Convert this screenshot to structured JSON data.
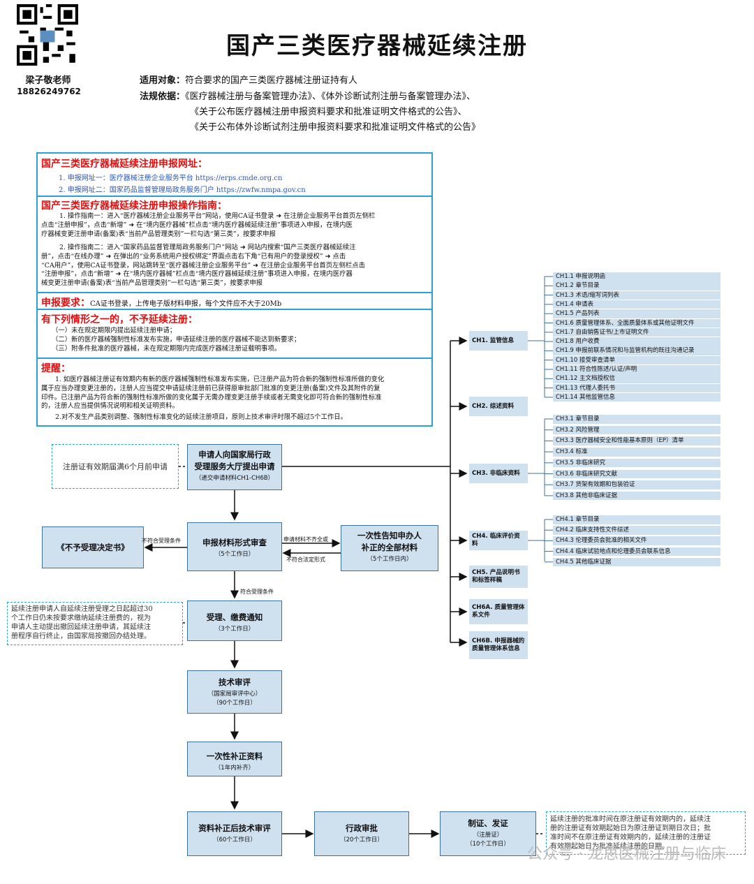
{
  "header": {
    "title": "国产三类医疗器械延续注册",
    "teacher": "梁子敬老师",
    "phone": "18826249762",
    "target_label": "适用对象：",
    "target_text": "符合要求的国产三类医疗器械注册证持有人",
    "basis_label": "法规依据：",
    "basis_lines": [
      "《医疗器械注册与备案管理办法》、《体外诊断试剂注册与备案管理办法》、",
      "《关于公布医疗器械注册申报资料要求和批准证明文件格式的公告》、",
      "《关于公布体外诊断试剂注册申报资料要求和批准证明文件格式的公告》"
    ]
  },
  "info": {
    "url_heading": "国产三类医疗器械延续注册申报网址：",
    "url1": "1. 申报网址一：医疗器械注册企业服务平台 https://erps.cmde.org.cn",
    "url2": "2. 申报网址二：国家药品监督管理局政务服务门户 https://zwfw.nmpa.gov.cn",
    "guide_heading": "国产三类医疗器械延续注册申报操作指南：",
    "guide1": [
      "1. 操作指南一：进入“医疗器械注册企业服务平台”网站，使用CA证书登录 ➜ 在注册企业服务平台首页左侧栏",
      "点击“注册申报”，点击“新增” ➜ 在“境内医疗器械”栏点击“境内医疗器械延续注册”事项进入申报，在境内医",
      "疗器械变更注册申请(备案)表“当前产品管理类别”一栏勾选“第三类”，按要求申报"
    ],
    "guide2": [
      "2. 操作指南二：进入“国家药品监督管理局政务服务门户”网站 ➜ 网站内搜索“国产三类医疗器械延续注",
      "册”，点击“在线办理” ➜ 在弹出的“业务系统用户授权绑定”界面点击右下角“已有用户的登录授权” ➜ 点击",
      "“CA用户”，使用CA证书登录，网站跳转至“医疗器械注册企业服务平台” ➜ 在注册企业服务平台首页左侧栏点击",
      "“注册申报”，点击“新增” ➜ 在“境内医疗器械”栏点击“境内医疗器械延续注册”事项进入申报，在境内医疗器",
      "械变更注册申请(备案)表“当前产品管理类别”一栏勾选“第三类”，按要求申报"
    ],
    "req_heading": "申报要求：",
    "req_text": "CA证书登录，上传电子版材料申报，每个文件应不大于20Mb",
    "cond_heading": "有下列情形之一的，不予延续注册：",
    "cond_items": [
      "（一）未在规定期限内提出延续注册申请；",
      "（二）新的医疗器械强制性标准发布实施，申请延续注册的医疗器械不能达到新要求；",
      "（三）附条件批准的医疗器械，未在规定期限内完成医疗器械注册证载明事项。"
    ],
    "tip_heading": "提醒：",
    "tip1": [
      "1. 如医疗器械注册证有效期内有新的医疗器械强制性标准发布实施，已注册产品为符合新的强制性标准所做的变化",
      "属于应当办理变更注册的，注册人应当提交申请延续注册前已获得原审批部门批准的变更注册(备案)文件及其附件的复",
      "印件。已注册产品为符合新的强制性标准所做的变化属于无需办理变更注册手续或者无需变化即可符合新的强制性标准",
      "的，注册人应当提供情况说明和相关证明资料。"
    ],
    "tip2": "2.对不发生产品类别调整、强制性标准变化的延续注册项目，原则上技术审评时限不超过5个工作日。"
  },
  "flow": {
    "note_apply": "注册证有效期届满6个月前申请",
    "apply_title_1": "申请人向国家局行政",
    "apply_title_2": "受理服务大厅提出申请",
    "apply_sub": "（递交申请材料CH1-CH6B）",
    "review_title": "申报材料形式审查",
    "review_sub": "（5个工作日）",
    "reject_title": "《不予受理决定书》",
    "reject_label": "不符合受理条件",
    "supp_title_1": "一次性告知申办人",
    "supp_title_2": "补正的全部材料",
    "supp_sub": "（5个工作日内）",
    "supp_label_1": "申请材料不齐全或",
    "supp_label_2": "不符合法定形式",
    "accept_label": "符合受理条件",
    "fee_title": "受理、缴费通知",
    "fee_sub": "（3个工作日）",
    "fee_note": [
      "延续注册申请人自延续注册受理之日起超过30",
      "个工作日仍未按要求缴纳延续注册费的，视为",
      "申请人主动提出撤回延续注册申请，其延续注",
      "册程序自行终止，由国家局按撤回办结处理。"
    ],
    "tech_title": "技术审评",
    "tech_sub1": "（国家局审评中心）",
    "tech_sub2": "（90个工作日）",
    "once_title": "一次性补正资料",
    "once_sub": "（1年内补齐）",
    "retech_title": "资料补正后技术审评",
    "retech_sub": "（60个工作日）",
    "admin_title": "行政审批",
    "admin_sub": "（20个工作日）",
    "issue_title": "制证、发证",
    "issue_sub1": "（注册证）",
    "issue_sub2": "（10个工作日）",
    "issue_note": [
      "延续注册的批准时间在原注册证有效期内的，延续注",
      "册的注册证有效期起始日为原注册证到期日次日；批",
      "准时间不在原注册证有效期内的，延续注册的注册证",
      "有效期起始日为批准延续注册的日期。"
    ]
  },
  "ch": {
    "groups": [
      {
        "label": "CH1. 监管信息"
      },
      {
        "label": "CH2. 综述资料"
      },
      {
        "label": "CH3. 非临床资料"
      },
      {
        "label": "CH4. 临床评价资料"
      },
      {
        "label": "CH5. 产品说明书和标签样稿"
      },
      {
        "label": "CH6A. 质量管理体系文件"
      },
      {
        "label": "CH6B. 申报器械的质量管理体系信息"
      }
    ],
    "ch1_items": [
      "CH1.1 申报说明函",
      "CH1.2 章节目录",
      "CH1.3 术语/缩写词列表",
      "CH1.4 申请表",
      "CH1.5 产品列表",
      "CH1.6 质量管理体系、全面质量体系或其他证明文件",
      "CH1.7 自由销售证书/上市证明文件",
      "CH1.8 用户收费",
      "CH1.9 申报前联系情况和与监管机构的既往沟通记录",
      "CH1.10 接受审查清单",
      "CH1.11 符合性陈述/认证/声明",
      "CH1.12 主文档授权信",
      "CH1.13 代理人委托书",
      "CH1.14 其他监管信息"
    ],
    "ch3_items": [
      "CH3.1 章节目录",
      "CH3.2 风险管理",
      "CH3.3 医疗器械安全和性能基本原则（EP）清单",
      "CH3.4 标准",
      "CH3.5 非临床研究",
      "CH3.6 非临床研究文献",
      "CH3.7 货架有效期和包装验证",
      "CH3.8 其他非临床证据"
    ],
    "ch4_items": [
      "CH4.1 章节目录",
      "CH4.2 临床支持性文件综述",
      "CH4.3 伦理委员会批准的相关文件",
      "CH4.4 临床试验地点和伦理委员会联系信息",
      "CH4.5 其他临床证据"
    ]
  },
  "watermark": "公众号 · 龙思医械注册与临床",
  "colors": {
    "box": "#cfe0ef",
    "border": "#3b6f9c",
    "accent": "#2aa0d6",
    "red": "#e01010"
  }
}
